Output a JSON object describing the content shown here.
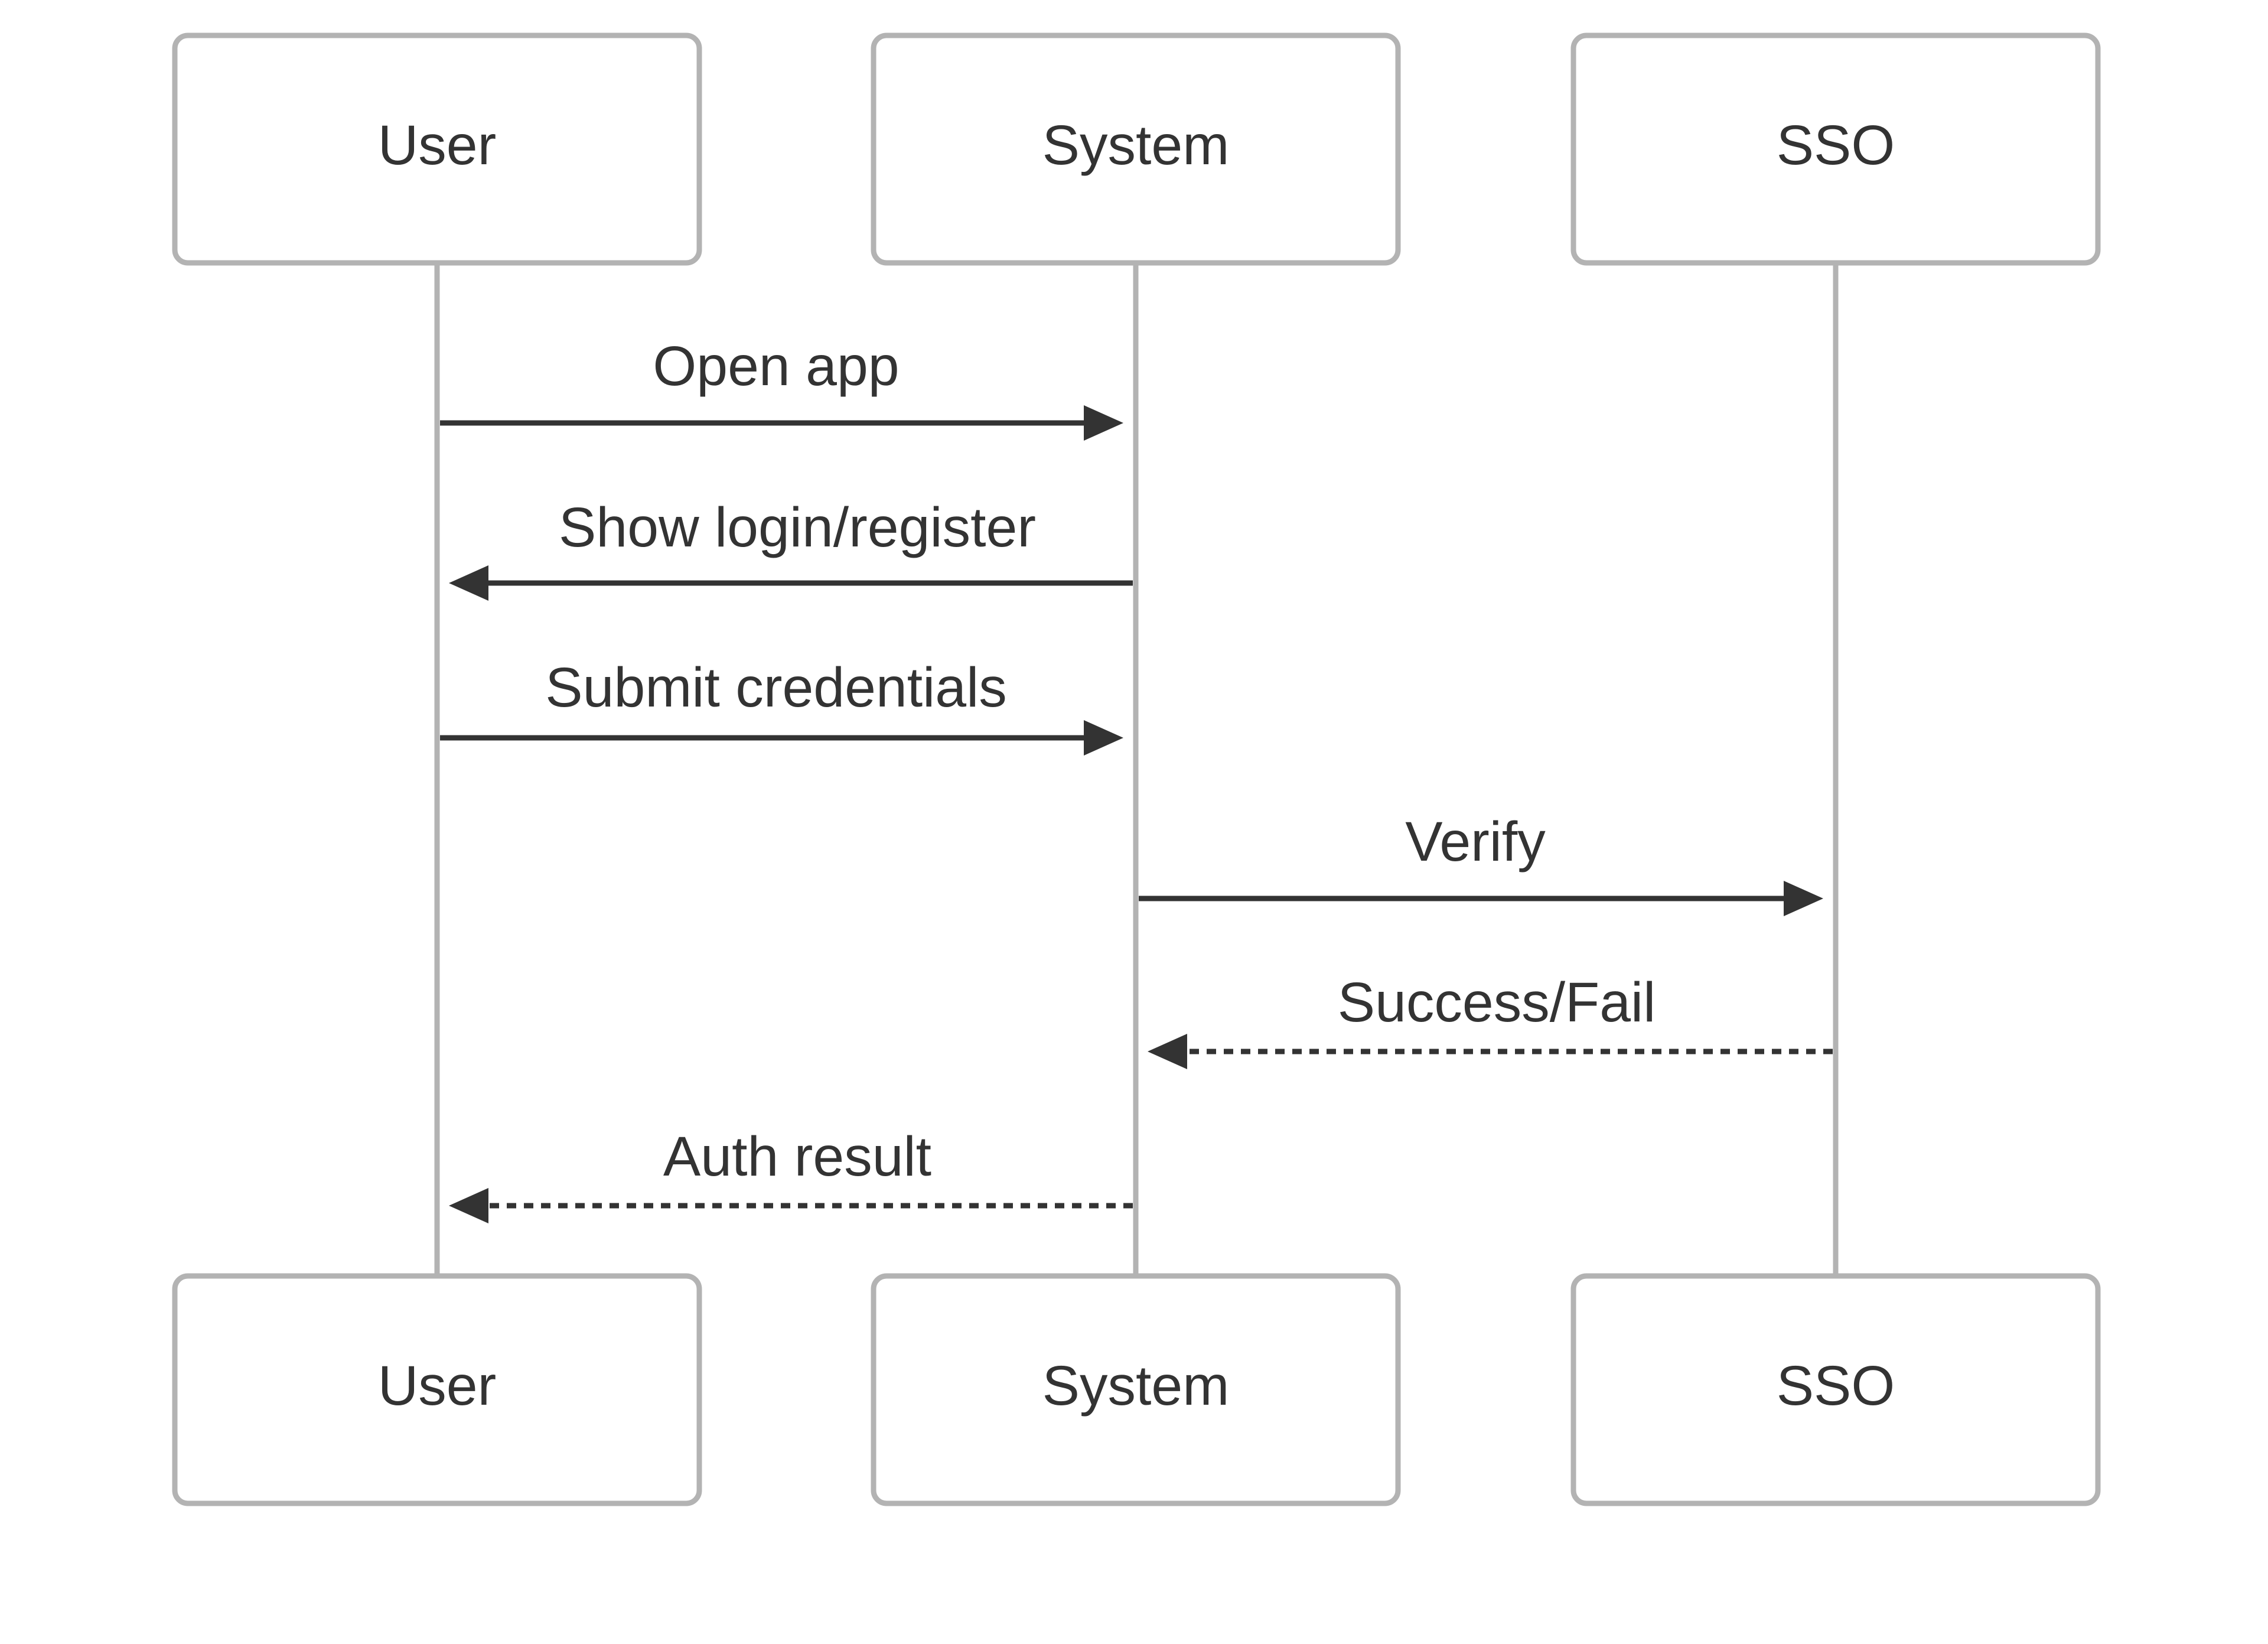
{
  "diagram": {
    "type": "sequence",
    "colors": {
      "box_border": "#b3b3b3",
      "lifeline": "#b3b3b3",
      "message": "#333333",
      "text": "#333333",
      "background": "#ffffff"
    },
    "participants": [
      {
        "id": "user",
        "label": "User"
      },
      {
        "id": "system",
        "label": "System"
      },
      {
        "id": "sso",
        "label": "SSO"
      }
    ],
    "messages": [
      {
        "from": "user",
        "to": "system",
        "label": "Open app",
        "style": "solid"
      },
      {
        "from": "system",
        "to": "user",
        "label": "Show login/register",
        "style": "solid"
      },
      {
        "from": "user",
        "to": "system",
        "label": "Submit credentials",
        "style": "solid"
      },
      {
        "from": "system",
        "to": "sso",
        "label": "Verify",
        "style": "solid"
      },
      {
        "from": "sso",
        "to": "system",
        "label": "Success/Fail",
        "style": "dashed"
      },
      {
        "from": "system",
        "to": "user",
        "label": "Auth result",
        "style": "dashed"
      }
    ]
  }
}
